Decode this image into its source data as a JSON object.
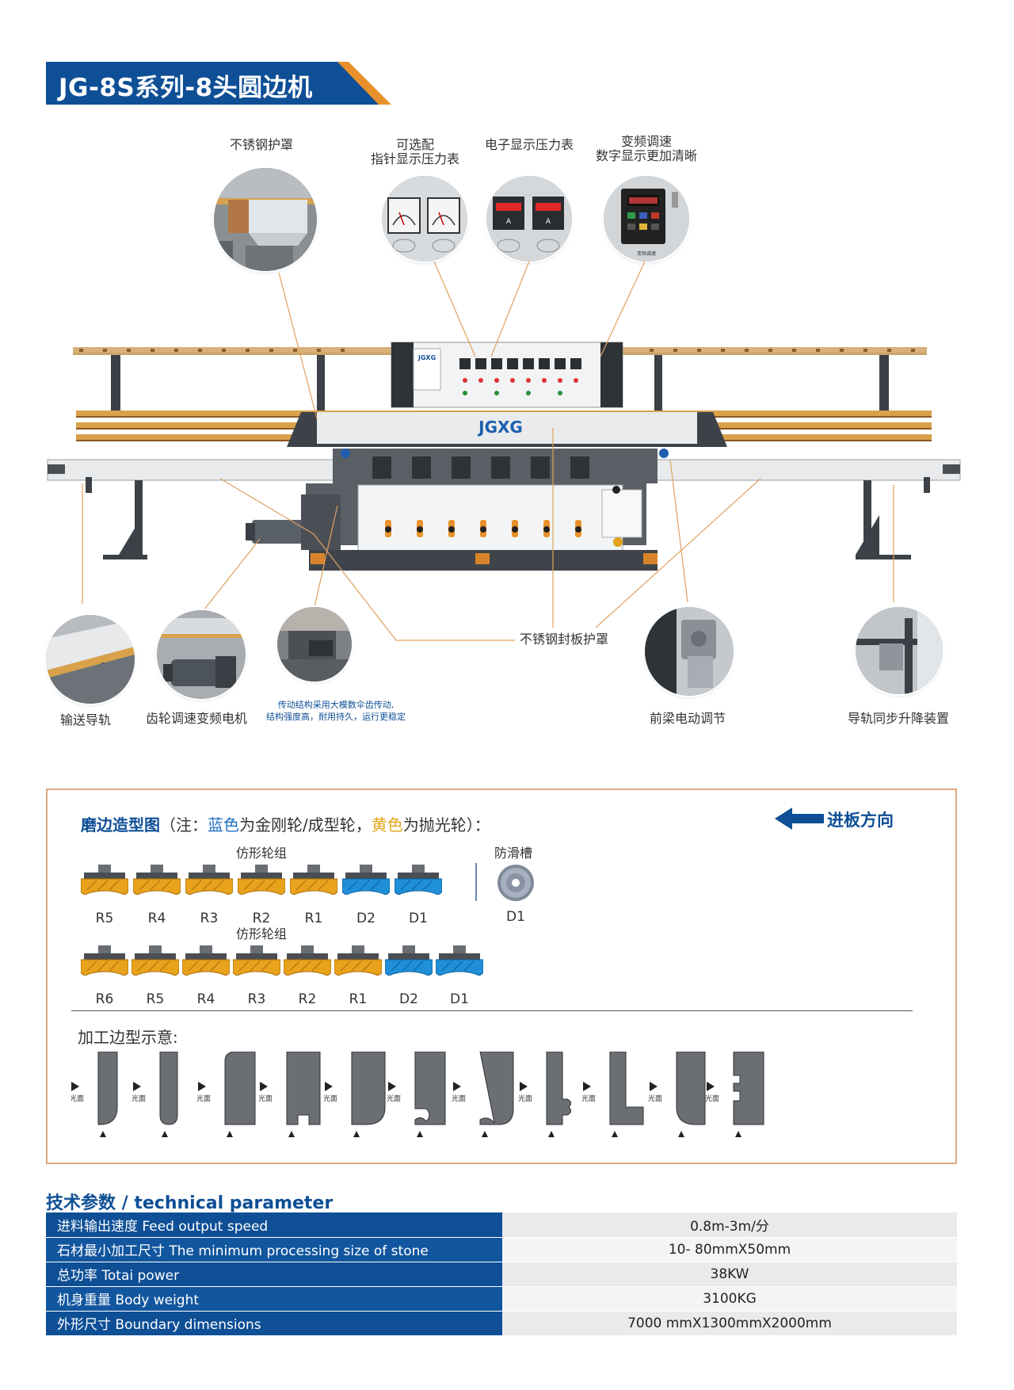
{
  "title": "JG-8S系列-8头圆边机",
  "callouts_top": [
    {
      "id": "stainless-guard",
      "label": "不锈钢护罩"
    },
    {
      "id": "pointer-gauge",
      "label_line1": "可选配",
      "label_line2": "指针显示压力表"
    },
    {
      "id": "electronic-gauge",
      "label": "电子显示压力表"
    },
    {
      "id": "vfd-display",
      "label_line1": "变频调速",
      "label_line2": "数字显示更加清晰"
    }
  ],
  "machine": {
    "brand_logo": "JGXG",
    "panel_logo": "JGXG",
    "panel_text": "变频调速"
  },
  "callouts_bottom": [
    {
      "id": "conveyor-rail",
      "label": "输送导轨"
    },
    {
      "id": "gear-motor",
      "label": "齿轮调速变频电机"
    },
    {
      "id": "transmission",
      "label_line1": "传动结构采用大模数伞齿传动,",
      "label_line2": "结构强度高，耐用持久，运行更稳定"
    },
    {
      "id": "seal-guard",
      "label": "不锈钢封板护罩"
    },
    {
      "id": "front-beam",
      "label": "前梁电动调节"
    },
    {
      "id": "rail-lift",
      "label": "导轨同步升降装置"
    }
  ],
  "wheel_diagram": {
    "heading_prefix": "磨边造型图",
    "heading_note_open": "（注：",
    "heading_blue": "蓝色",
    "heading_blue_text": "为金刚轮/成型轮，",
    "heading_yellow": "黄色",
    "heading_yellow_text": "为抛光轮）：",
    "feed_direction": "进板方向",
    "group_label": "仿形轮组",
    "anti_slip_label": "防滑槽",
    "row1": [
      {
        "code": "R5",
        "color": "yellow"
      },
      {
        "code": "R4",
        "color": "yellow"
      },
      {
        "code": "R3",
        "color": "yellow"
      },
      {
        "code": "R2",
        "color": "yellow"
      },
      {
        "code": "R1",
        "color": "yellow"
      },
      {
        "code": "D2",
        "color": "blue"
      },
      {
        "code": "D1",
        "color": "blue"
      }
    ],
    "anti_slip_code": "D1",
    "row2": [
      {
        "code": "R6",
        "color": "yellow"
      },
      {
        "code": "R5",
        "color": "yellow"
      },
      {
        "code": "R4",
        "color": "yellow"
      },
      {
        "code": "R3",
        "color": "yellow"
      },
      {
        "code": "R2",
        "color": "yellow"
      },
      {
        "code": "R1",
        "color": "yellow"
      },
      {
        "code": "D2",
        "color": "blue"
      },
      {
        "code": "D1",
        "color": "blue"
      }
    ],
    "profile_heading": "加工边型示意:",
    "profile_face_label": "光面",
    "colors": {
      "yellow": "#e8a21c",
      "blue": "#1f8fd8",
      "profile": "#6b6e72",
      "brand": "#0e4f96",
      "accent": "#e8912a"
    }
  },
  "tech": {
    "title": "技术参数 / technical parameter",
    "rows": [
      {
        "key": "进料输出速度 Feed output speed",
        "value": "0.8m-3m/分"
      },
      {
        "key": "石材最小加工尺寸 The minimum processing size of stone",
        "value": "10- 80mmX50mm"
      },
      {
        "key": "总功率 Totai power",
        "value": "38KW"
      },
      {
        "key": "机身重量 Body weight",
        "value": "3100KG"
      },
      {
        "key": "外形尺寸 Boundary dimensions",
        "value": "7000 mmX1300mmX2000mm"
      }
    ]
  }
}
